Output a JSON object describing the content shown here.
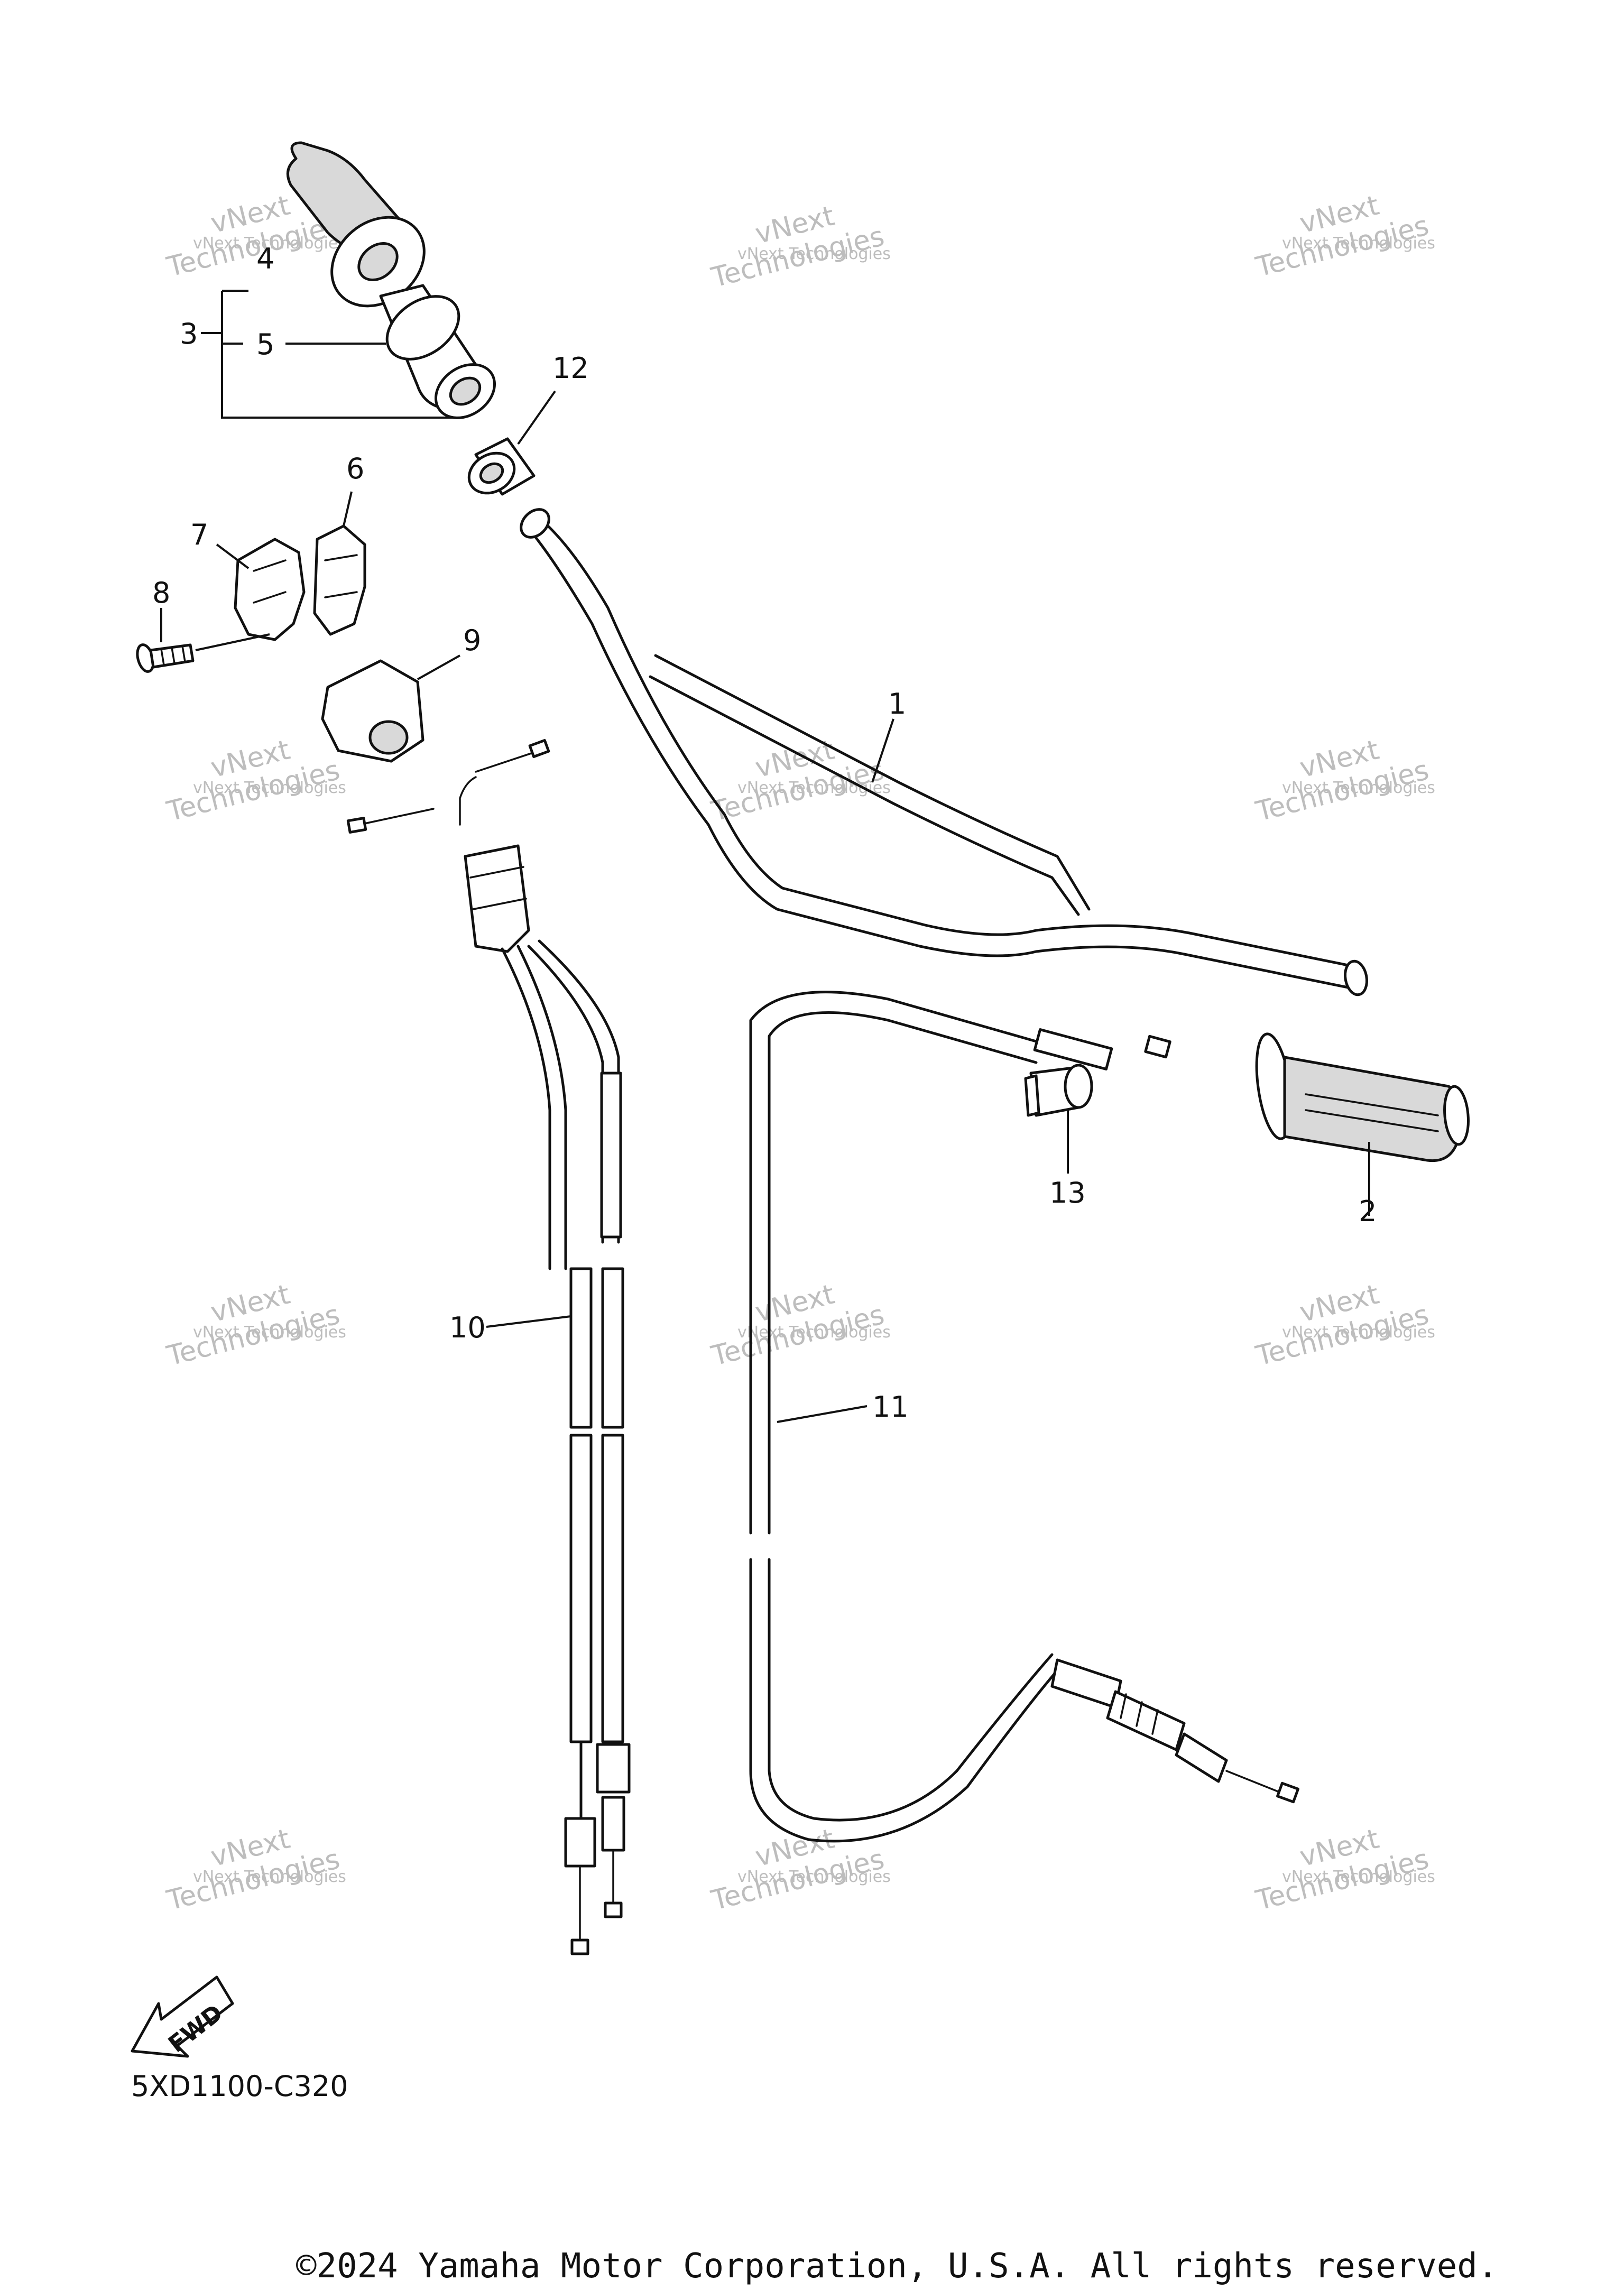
{
  "diagram": {
    "callouts": [
      {
        "id": "1",
        "label": "1"
      },
      {
        "id": "2",
        "label": "2"
      },
      {
        "id": "3",
        "label": "3"
      },
      {
        "id": "4",
        "label": "4"
      },
      {
        "id": "5",
        "label": "5"
      },
      {
        "id": "6",
        "label": "6"
      },
      {
        "id": "7",
        "label": "7"
      },
      {
        "id": "8",
        "label": "8"
      },
      {
        "id": "9",
        "label": "9"
      },
      {
        "id": "10",
        "label": "10"
      },
      {
        "id": "11",
        "label": "11"
      },
      {
        "id": "12",
        "label": "12"
      },
      {
        "id": "13",
        "label": "13"
      }
    ],
    "fwd_label": "FWD",
    "diagram_code": "5XD1100-C320"
  },
  "watermark": {
    "line1": "vNext Technologies",
    "line2": "vNext",
    "line3": "Technologies"
  },
  "footer": {
    "copyright": "©2024 Yamaha Motor Corporation, U.S.A. All rights reserved."
  }
}
